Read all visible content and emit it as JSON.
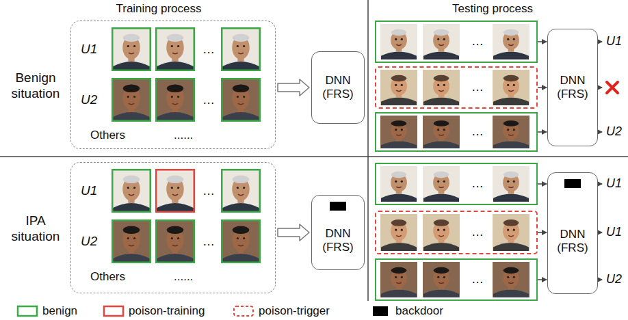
{
  "diagram": {
    "nodes": [
      {
        "text": [
          "U1",
          "…",
          "U2",
          "…",
          "Others",
          "......"
        ]
      },
      {
        "text": [
          "DNN (FRS)"
        ]
      },
      {
        "text": [
          "…"
        ]
      },
      {
        "text": [
          "…"
        ]
      },
      {
        "text": [
          "…"
        ]
      },
      {
        "text": [
          "DNN (FRS)"
        ]
      },
      {
        "text": [
          "U1",
          "…",
          "U2",
          "…",
          "Others",
          "......"
        ]
      },
      {
        "text": [
          "DNN (FRS)"
        ]
      },
      {
        "text": [
          "…"
        ]
      },
      {
        "text": [
          "…"
        ]
      },
      {
        "text": [
          "…"
        ]
      },
      {
        "text": [
          "DNN (FRS)"
        ]
      }
    ],
    "edges": [
      {
        "from": 0,
        "to": 1,
        "arrow": "to"
      },
      {
        "from": 2,
        "to": 5,
        "arrow": "to"
      },
      {
        "from": 3,
        "to": 5,
        "arrow": "to"
      },
      {
        "from": 4,
        "to": 5,
        "arrow": "to"
      },
      {
        "from": 6,
        "to": 7,
        "arrow": "to"
      },
      {
        "from": 8,
        "to": 11,
        "arrow": "to"
      },
      {
        "from": 9,
        "to": 11,
        "arrow": "to"
      },
      {
        "from": 10,
        "to": 11,
        "arrow": "to"
      }
    ],
    "labels": [
      "Training process",
      "Testing process",
      "Benign situation",
      "U1",
      "U2",
      "IPA situation",
      "U1",
      "U1",
      "U2"
    ],
    "legend": [
      {
        "text": "benign"
      },
      {
        "text": "poison-training"
      },
      {
        "text": "poison-trigger"
      },
      {
        "text": "backdoor",
        "color": "#000000"
      }
    ]
  }
}
